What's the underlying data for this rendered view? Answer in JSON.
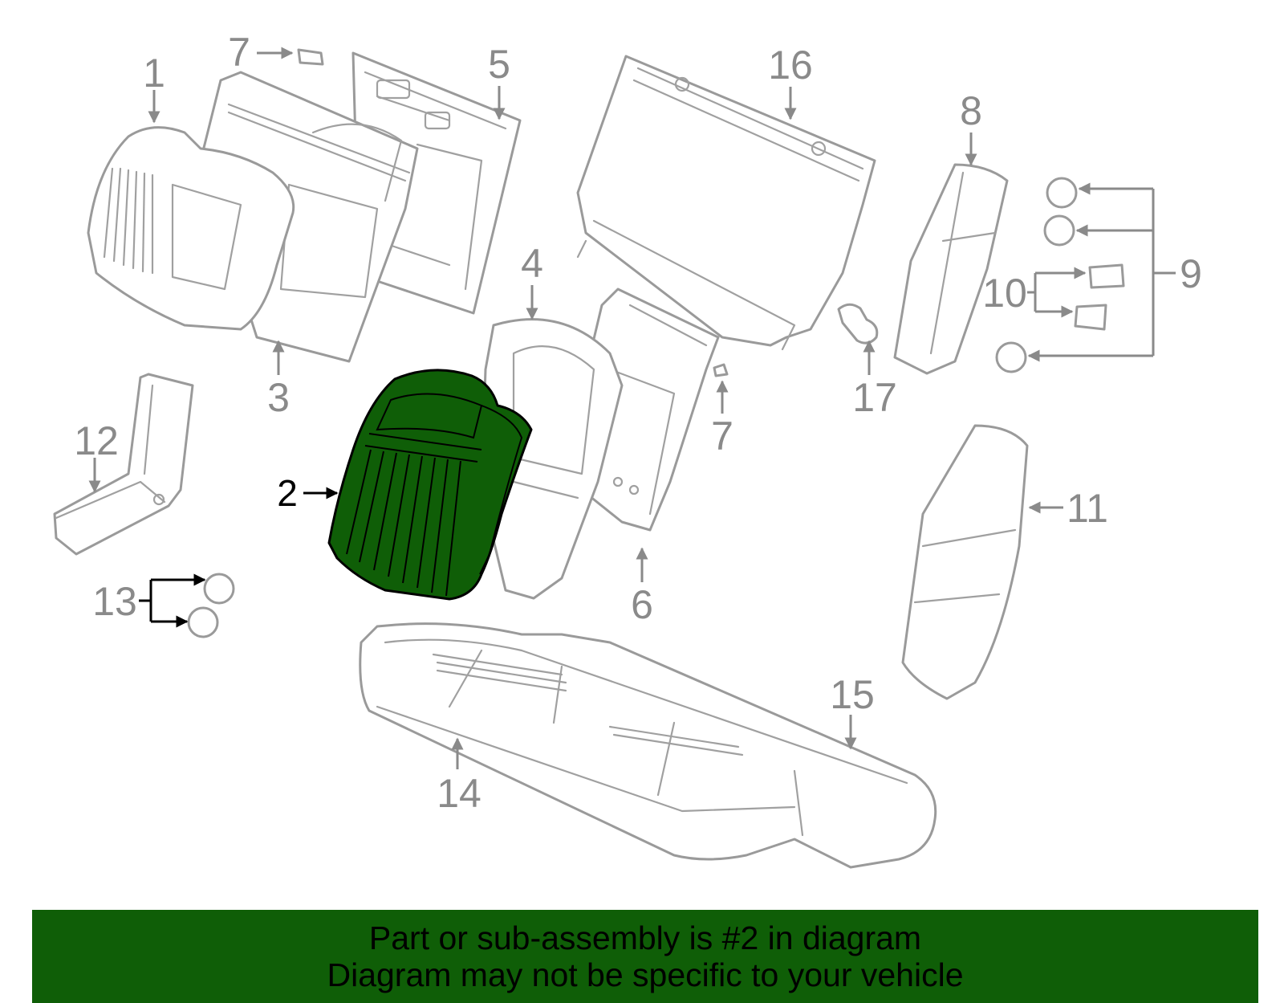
{
  "colors": {
    "highlight": "#0f5e07",
    "banner": "#0f5e07",
    "part_line": "#9a9a9a"
  },
  "highlighted_part": "2",
  "callouts": {
    "c1": "1",
    "c2": "2",
    "c3": "3",
    "c4": "4",
    "c5": "5",
    "c6": "6",
    "c7a": "7",
    "c7b": "7",
    "c8": "8",
    "c9": "9",
    "c10": "10",
    "c11": "11",
    "c12": "12",
    "c13": "13",
    "c14": "14",
    "c15": "15",
    "c16": "16",
    "c17": "17"
  },
  "banner": {
    "line1": "Part or sub-assembly is #2 in diagram",
    "line2": "Diagram may not be specific to your vehicle"
  }
}
